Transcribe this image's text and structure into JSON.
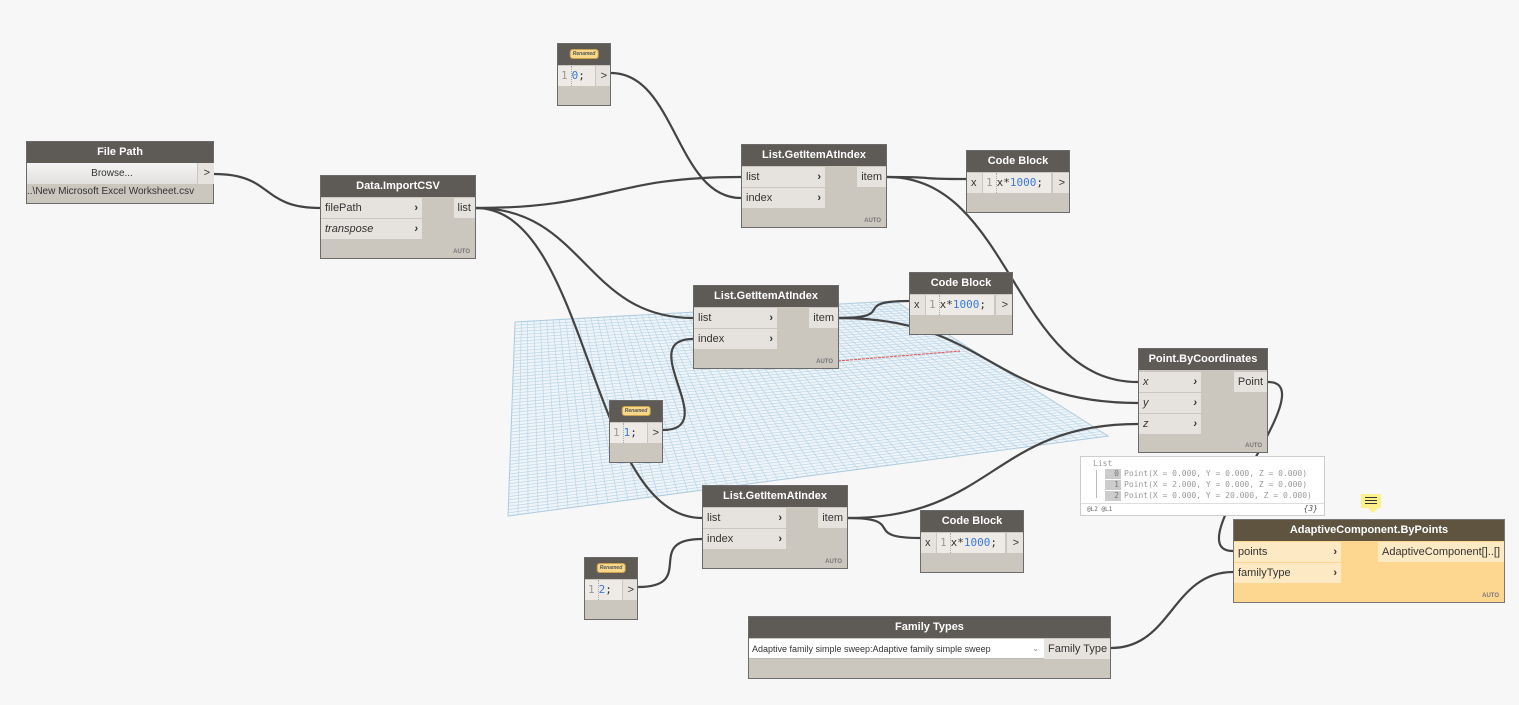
{
  "nodes": {
    "file_path": {
      "title": "File Path",
      "button": "Browse...",
      "value": "..\\New Microsoft Excel Worksheet.csv",
      "out": ">"
    },
    "import_csv": {
      "title": "Data.ImportCSV",
      "inputs": [
        "filePath",
        "transpose"
      ],
      "output": "list",
      "lacing": "AUTO"
    },
    "cb0": {
      "badge": "Renamed",
      "line": "1",
      "code": "0",
      "semi": ";",
      "out": ">"
    },
    "cb1": {
      "badge": "Renamed",
      "line": "1",
      "code": "1",
      "semi": ";",
      "out": ">"
    },
    "cb2": {
      "badge": "Renamed",
      "line": "1",
      "code": "2",
      "semi": ";",
      "out": ">"
    },
    "gi1": {
      "title": "List.GetItemAtIndex",
      "inputs": [
        "list",
        "index"
      ],
      "output": "item",
      "lacing": "AUTO"
    },
    "gi2": {
      "title": "List.GetItemAtIndex",
      "inputs": [
        "list",
        "index"
      ],
      "output": "item",
      "lacing": "AUTO"
    },
    "gi3": {
      "title": "List.GetItemAtIndex",
      "inputs": [
        "list",
        "index"
      ],
      "output": "item",
      "lacing": "AUTO"
    },
    "x1": {
      "title": "Code Block",
      "in": "x",
      "line": "1",
      "pre": "x*",
      "num": "1000",
      "semi": ";",
      "out": ">"
    },
    "x2": {
      "title": "Code Block",
      "in": "x",
      "line": "1",
      "pre": "x*",
      "num": "1000",
      "semi": ";",
      "out": ">"
    },
    "x3": {
      "title": "Code Block",
      "in": "x",
      "line": "1",
      "pre": "x*",
      "num": "1000",
      "semi": ";",
      "out": ">"
    },
    "point": {
      "title": "Point.ByCoordinates",
      "inputs": [
        "x",
        "y",
        "z"
      ],
      "output": "Point",
      "lacing": "AUTO"
    },
    "adaptive": {
      "title": "AdaptiveComponent.ByPoints",
      "inputs": [
        "points",
        "familyType"
      ],
      "output": "AdaptiveComponent[]..[]",
      "lacing": "AUTO"
    },
    "family_types": {
      "title": "Family Types",
      "selected": "Adaptive family simple sweep:Adaptive family simple sweep",
      "output": "Family Type"
    }
  },
  "preview": {
    "header": "List",
    "items": [
      {
        "index": "0",
        "text": "Point(X = 0.000, Y = 0.000, Z = 0.000)"
      },
      {
        "index": "1",
        "text": "Point(X = 2.000, Y = 0.000, Z = 0.000)"
      },
      {
        "index": "2",
        "text": "Point(X = 0.000, Y = 20.000, Z = 0.000)"
      }
    ],
    "levels": "@L2 @L1",
    "count": "{3}"
  },
  "colors": {
    "canvas": "#f7f7f7",
    "node_header": "#5e5a56",
    "node_body": "#cbc6be",
    "wire": "#444444",
    "selected_node": "#fdd690",
    "number": "#3b7bd8"
  }
}
